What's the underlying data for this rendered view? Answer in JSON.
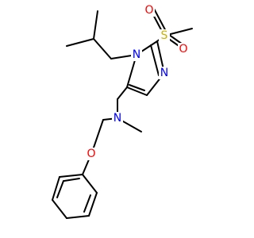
{
  "molecule": {
    "colors": {
      "bond": "#000000",
      "N": "#0000ff",
      "O": "#ff0000",
      "S": "#c8b400"
    },
    "atoms": [
      {
        "id": "n1",
        "label": "N",
        "element": "N"
      },
      {
        "id": "n3",
        "label": "N",
        "element": "N"
      },
      {
        "id": "s1",
        "label": "S",
        "element": "S"
      },
      {
        "id": "o1",
        "label": "O",
        "element": "O"
      },
      {
        "id": "o2",
        "label": "O",
        "element": "O"
      },
      {
        "id": "namine",
        "label": "N",
        "element": "N"
      },
      {
        "id": "oether",
        "label": "O",
        "element": "O"
      }
    ]
  }
}
